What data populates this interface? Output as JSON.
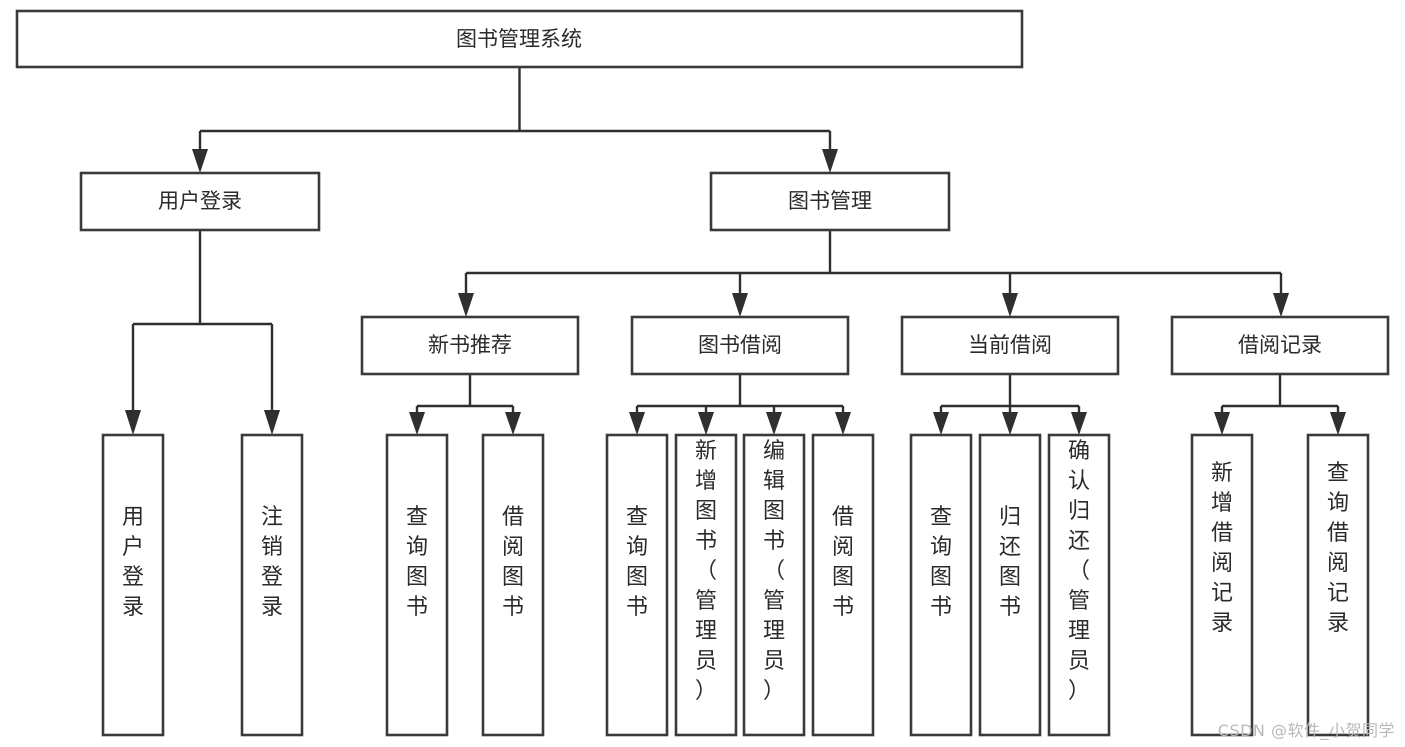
{
  "diagram": {
    "type": "tree",
    "title": "图书管理系统",
    "orientation": "top-down",
    "style": {
      "box_fill": "#ffffff",
      "box_stroke": "#3a3a3a",
      "edge_color": "#2f2f2f",
      "text_color": "#2b2b2b",
      "background": "#ffffff",
      "watermark_color": "#b9b9b9"
    },
    "root": {
      "label": "图书管理系统"
    },
    "level2": [
      {
        "label": "用户登录"
      },
      {
        "label": "图书管理"
      }
    ],
    "level3": [
      {
        "label": "新书推荐"
      },
      {
        "label": "图书借阅"
      },
      {
        "label": "当前借阅"
      },
      {
        "label": "借阅记录"
      }
    ],
    "leaves": {
      "user_login": [
        {
          "label": "用户登录"
        },
        {
          "label": "注销登录"
        }
      ],
      "new_book_recommend": [
        {
          "label": "查询图书"
        },
        {
          "label": "借阅图书"
        }
      ],
      "book_borrow": [
        {
          "label": "查询图书"
        },
        {
          "label": "新增图书（管理员）"
        },
        {
          "label": "编辑图书（管理员）"
        },
        {
          "label": "借阅图书"
        }
      ],
      "current_borrow": [
        {
          "label": "查询图书"
        },
        {
          "label": "归还图书"
        },
        {
          "label": "确认归还（管理员）"
        }
      ],
      "borrow_record": [
        {
          "label": "新增借阅记录"
        },
        {
          "label": "查询借阅记录"
        }
      ]
    }
  },
  "watermark": {
    "text": "CSDN @软件_小贺同学"
  }
}
